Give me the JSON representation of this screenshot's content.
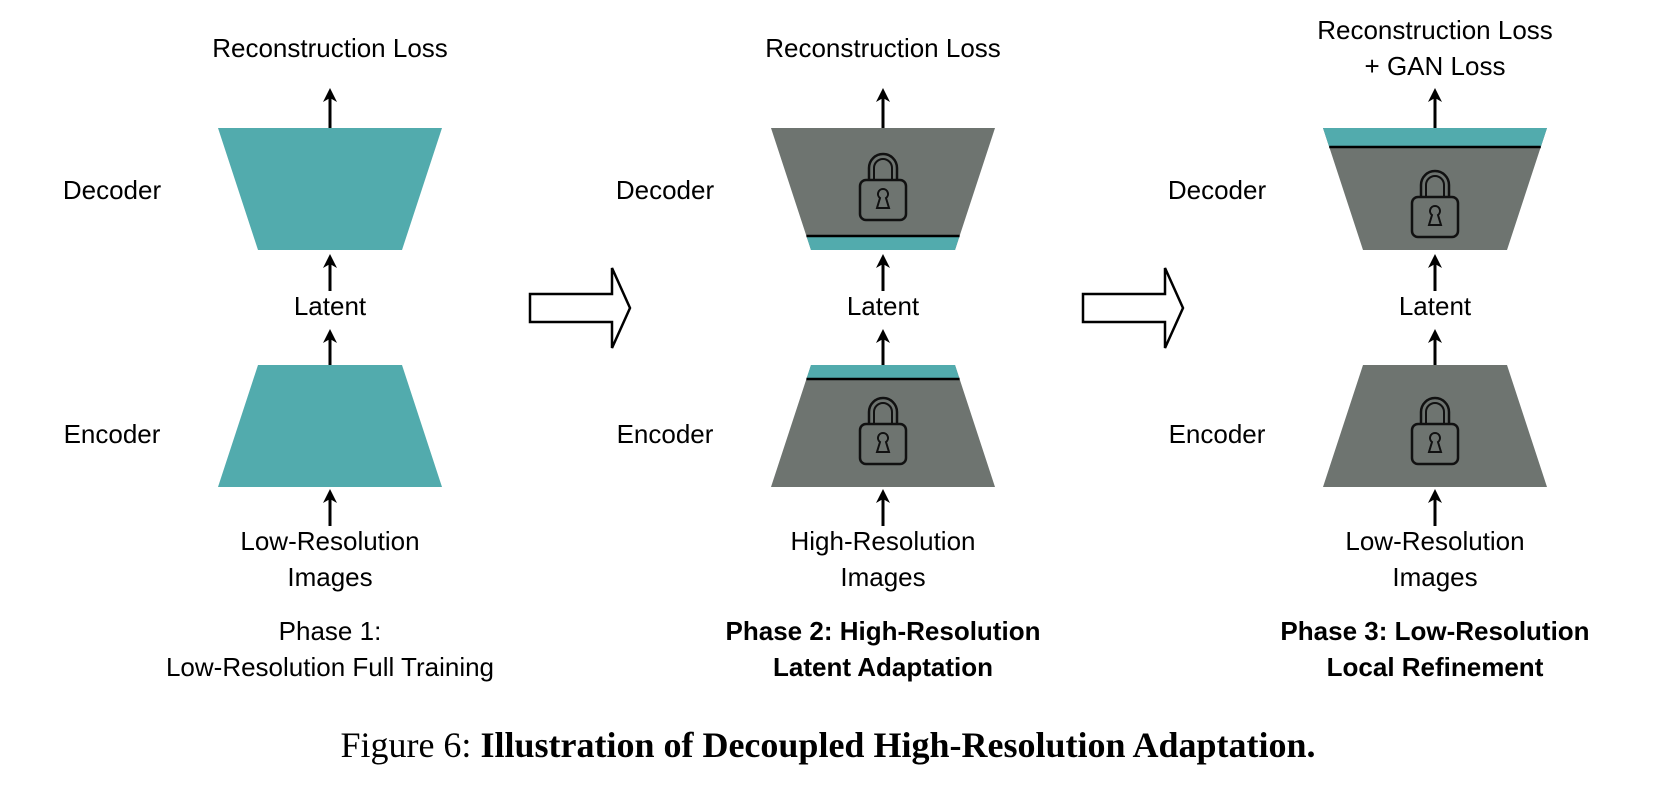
{
  "colors": {
    "trainable": "#52abad",
    "frozen": "#6e7470",
    "line": "#000000",
    "background": "#ffffff"
  },
  "phases": [
    {
      "id": "phase1",
      "output_label_lines": [
        "Reconstruction Loss"
      ],
      "decoder_label": "Decoder",
      "latent_label": "Latent",
      "encoder_label": "Encoder",
      "input_label_lines": [
        "Low-Resolution",
        "Images"
      ],
      "title_lines": [
        "Phase 1:",
        "Low-Resolution Full Training"
      ],
      "title_bold": false,
      "decoder_state": "trainable",
      "encoder_state": "trainable",
      "decoder_locked": false,
      "encoder_locked": false,
      "trainable_strip": "none"
    },
    {
      "id": "phase2",
      "output_label_lines": [
        "Reconstruction Loss"
      ],
      "decoder_label": "Decoder",
      "latent_label": "Latent",
      "encoder_label": "Encoder",
      "input_label_lines": [
        "High-Resolution",
        "Images"
      ],
      "title_lines": [
        "Phase 2: High-Resolution",
        "Latent Adaptation"
      ],
      "title_bold": true,
      "decoder_state": "frozen",
      "encoder_state": "frozen",
      "decoder_locked": true,
      "encoder_locked": true,
      "trainable_strip": "latent-side"
    },
    {
      "id": "phase3",
      "output_label_lines": [
        "Reconstruction Loss",
        "+ GAN Loss"
      ],
      "decoder_label": "Decoder",
      "latent_label": "Latent",
      "encoder_label": "Encoder",
      "input_label_lines": [
        "Low-Resolution",
        "Images"
      ],
      "title_lines": [
        "Phase 3: Low-Resolution",
        "Local Refinement"
      ],
      "title_bold": true,
      "decoder_state": "frozen",
      "encoder_state": "frozen",
      "decoder_locked": true,
      "encoder_locked": true,
      "trainable_strip": "decoder-output"
    }
  ],
  "transitions": [
    {
      "from": "phase1",
      "to": "phase2",
      "icon": "hollow-right-arrow"
    },
    {
      "from": "phase2",
      "to": "phase3",
      "icon": "hollow-right-arrow"
    }
  ],
  "caption": {
    "prefix": "Figure 6: ",
    "title": "Illustration of Decoupled High-Resolution Adaptation."
  }
}
